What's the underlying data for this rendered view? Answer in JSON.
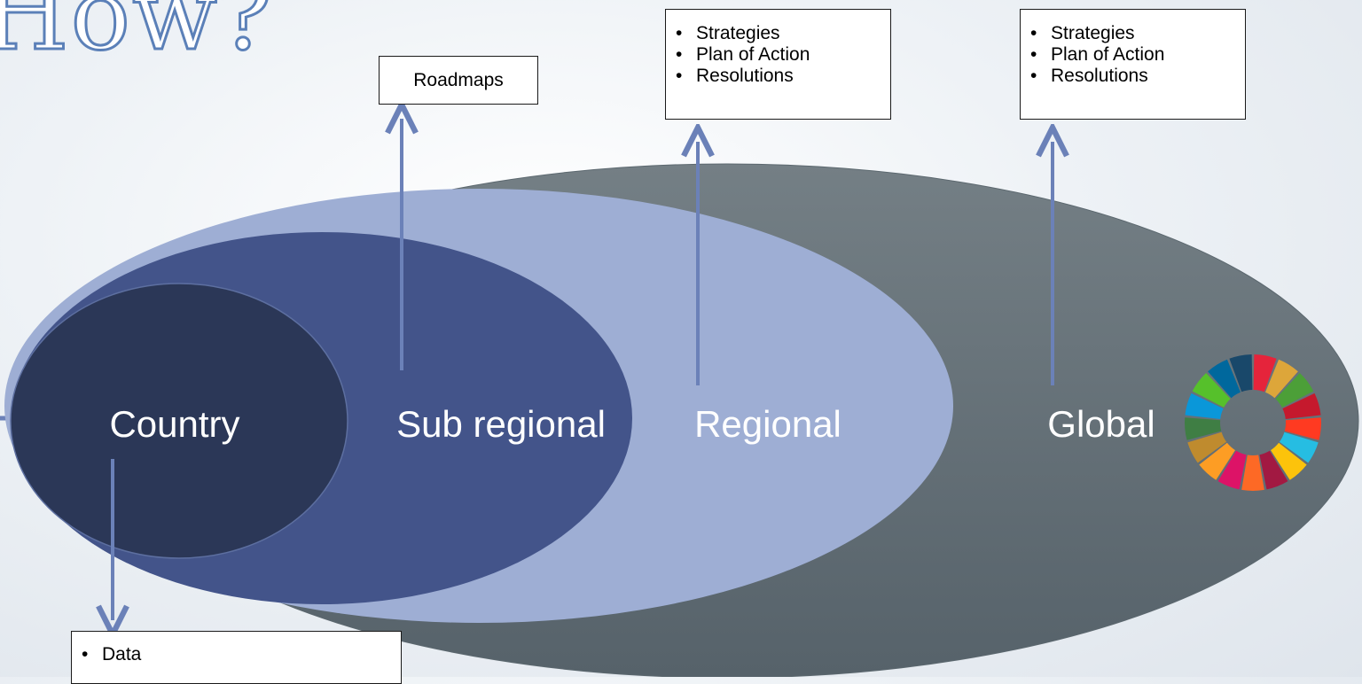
{
  "title": "How?",
  "levels": [
    {
      "id": "country",
      "label": "Country",
      "color": "#2b3757"
    },
    {
      "id": "subregional",
      "label": "Sub regional",
      "color": "#43548a"
    },
    {
      "id": "regional",
      "label": "Regional",
      "color": "#9eaed4"
    },
    {
      "id": "global",
      "label": "Global",
      "color": "#6c7a80"
    }
  ],
  "outputs": {
    "subregional": {
      "label": "Roadmaps"
    },
    "regional": {
      "items": [
        "Strategies",
        "Plan of Action",
        "Resolutions"
      ]
    },
    "global": {
      "items": [
        "Strategies",
        "Plan of Action",
        "Resolutions"
      ]
    },
    "country": {
      "items": [
        "Data"
      ]
    }
  },
  "arrow_color": "#6b81b8",
  "sdg_wheel_colors": [
    "#e5243b",
    "#dda63a",
    "#4c9f38",
    "#c5192d",
    "#ff3a21",
    "#26bde2",
    "#fcc30b",
    "#a21942",
    "#fd6925",
    "#dd1367",
    "#fd9d24",
    "#bf8b2e",
    "#3f7e44",
    "#0a97d9",
    "#56c02b",
    "#00689d",
    "#19486a"
  ]
}
